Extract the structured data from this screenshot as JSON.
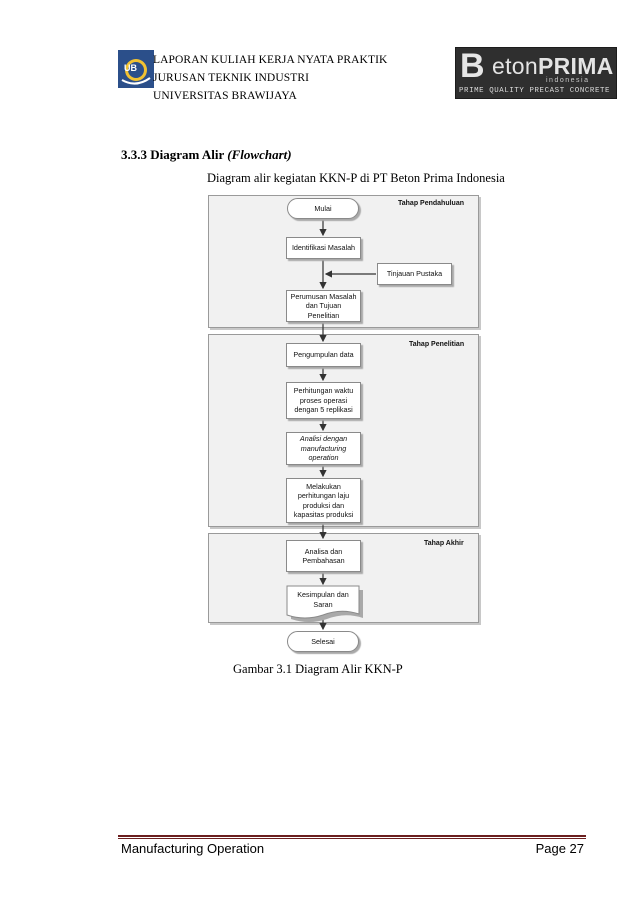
{
  "header": {
    "line1": "LAPORAN KULIAH KERJA NYATA PRAKTIK",
    "line2": "JURUSAN TEKNIK INDUSTRI",
    "line3": "UNIVERSITAS BRAWIJAYA",
    "left_logo_text": "UB",
    "right_logo": {
      "b": "B",
      "name_plain": "eton",
      "name_bold": "PRIMA",
      "sub": "indonesia",
      "tagline": "PRIME QUALITY PRECAST CONCRETE"
    }
  },
  "section": {
    "number": "3.3.3",
    "title": "Diagram Alir",
    "title_italic": "(Flowchart)"
  },
  "diagram_title": "Diagram alir kegiatan KKN-P di PT Beton Prima Indonesia",
  "flowchart": {
    "phases": [
      {
        "label": "Tahap Pendahuluan"
      },
      {
        "label": "Tahap Penelitian"
      },
      {
        "label": "Tahap Akhir"
      }
    ],
    "nodes": {
      "mulai": "Mulai",
      "identifikasi": "Identifikasi Masalah",
      "tinjauan": "Tinjauan Pustaka",
      "perumusan": "Perumusan Masalah dan Tujuan Penelitian",
      "pengumpulan": "Pengumpulan data",
      "perhitungan": "Perhitungan waktu proses operasi dengan 5 replikasi",
      "analisi": "Analisi dengan manufacturing operation",
      "melakukan": "Melakukan perhitungan laju produksi dan kapasitas produksi",
      "analisa": "Analisa dan Pembahasan",
      "kesimpulan": "Kesimpulan dan Saran",
      "selesai": "Selesai"
    }
  },
  "caption": "Gambar 3.1 Diagram Alir KKN-P",
  "footer": {
    "left": "Manufacturing Operation",
    "right": "Page 27"
  }
}
